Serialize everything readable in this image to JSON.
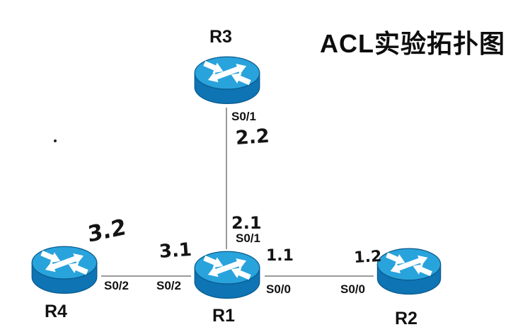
{
  "title": "ACL实验拓扑图",
  "nodes": {
    "r1": {
      "label": "R1"
    },
    "r2": {
      "label": "R2"
    },
    "r3": {
      "label": "R3"
    },
    "r4": {
      "label": "R4"
    }
  },
  "links": [
    {
      "from": "R3",
      "to": "R1",
      "from_interface": "S0/1",
      "from_ip": "2.2",
      "to_interface": "S0/1",
      "to_ip": "2.1"
    },
    {
      "from": "R4",
      "to": "R1",
      "from_interface": "S0/2",
      "from_ip": "3.2",
      "to_interface": "S0/2",
      "to_ip": "3.1"
    },
    {
      "from": "R1",
      "to": "R2",
      "from_interface": "S0/0",
      "from_ip": "1.1",
      "to_interface": "S0/0",
      "to_ip": "1.2"
    }
  ],
  "icons": {
    "router": "cisco-router-icon"
  },
  "colors": {
    "router_top": "#29A3DC",
    "router_body": "#0E74B4",
    "router_outline": "#0A5A8C",
    "arrow": "#ffffff",
    "link_line": "#9a9a9a",
    "ink": "#141414",
    "title_text": "#0d0d0d",
    "background": "#ffffff"
  }
}
